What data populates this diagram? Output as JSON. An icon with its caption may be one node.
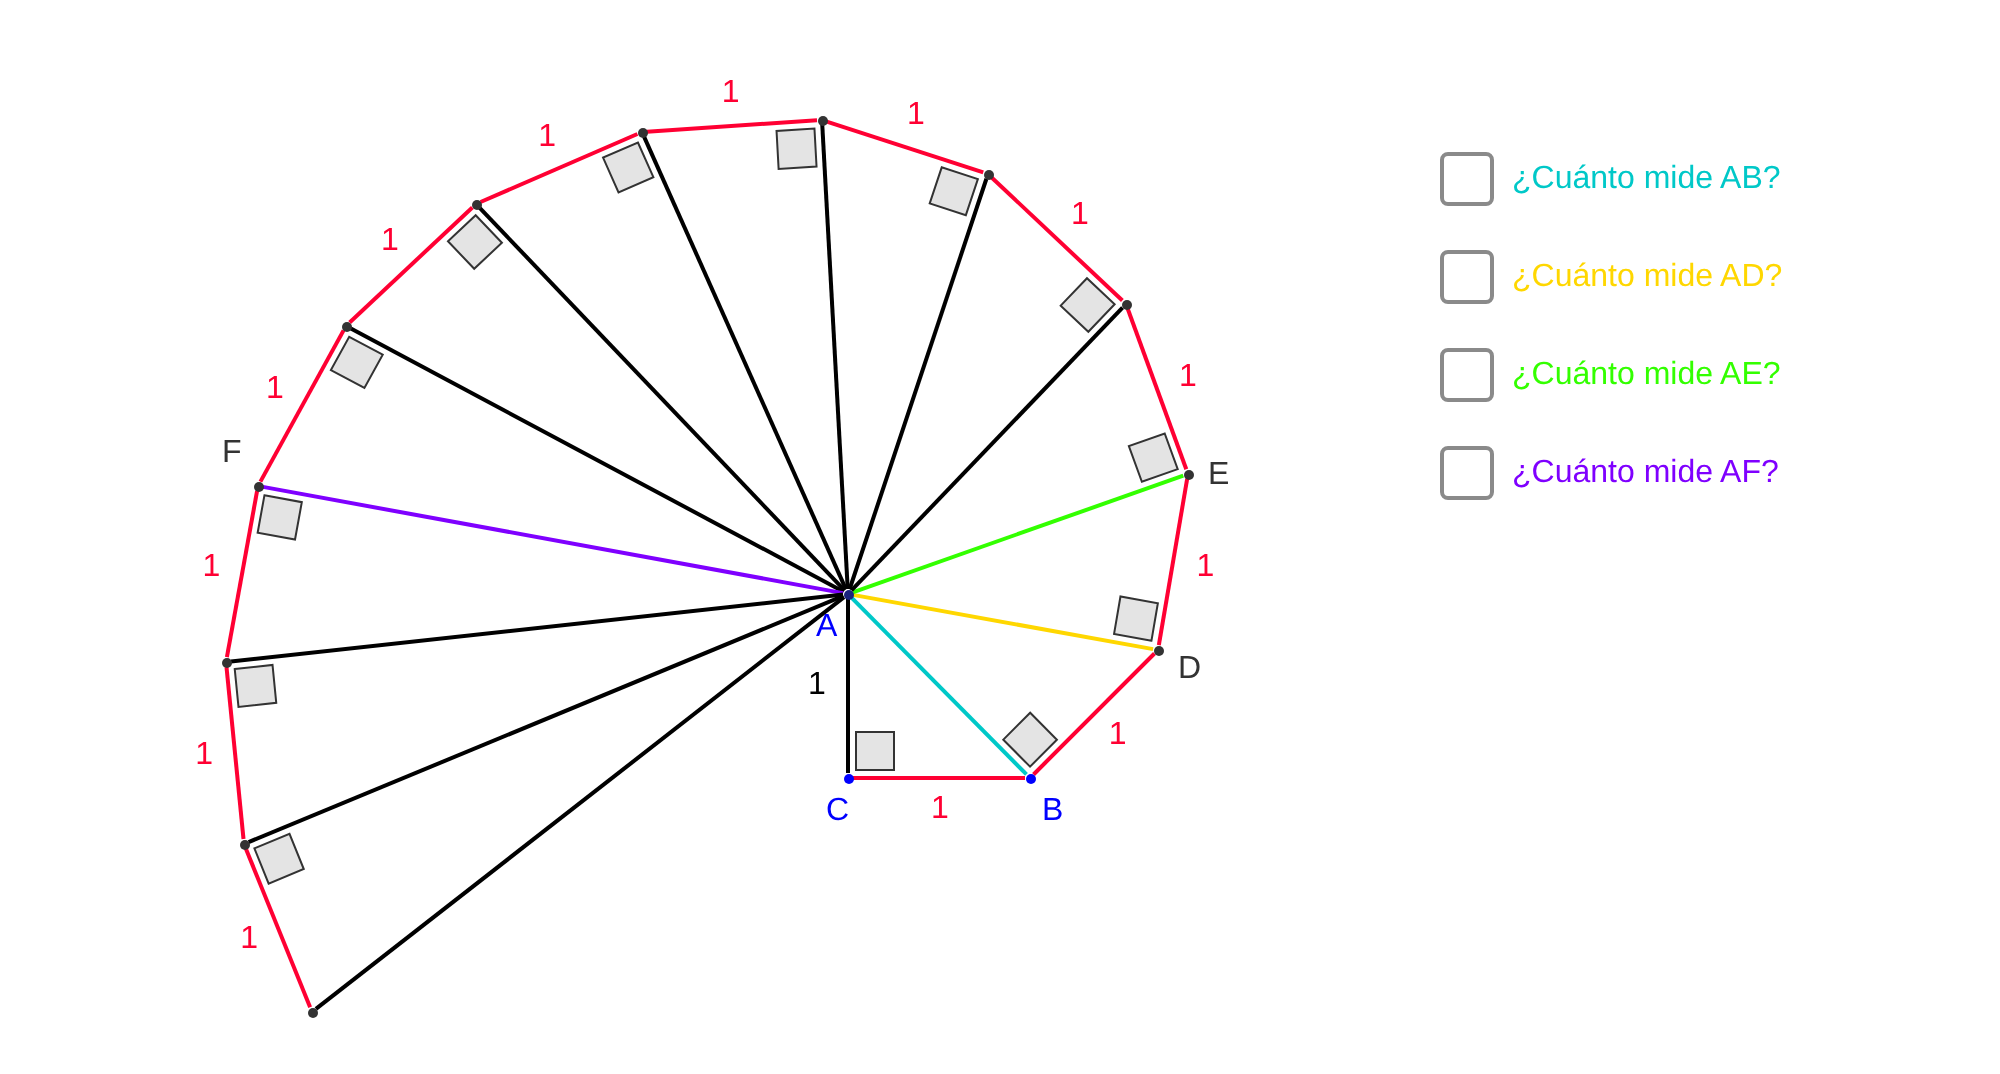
{
  "diagram": {
    "nodes": [
      {
        "text": [],
        "shape": "circle",
        "beside": [
          "A"
        ]
      },
      {
        "text": [],
        "shape": "circle",
        "beside": [
          "C"
        ]
      },
      {
        "text": [],
        "shape": "circle",
        "beside": [
          "B"
        ]
      },
      {
        "text": [],
        "shape": "circle",
        "beside": [
          "D"
        ]
      },
      {
        "text": [],
        "shape": "circle",
        "beside": [
          "E"
        ]
      },
      {
        "text": [],
        "shape": "circle"
      },
      {
        "text": [],
        "shape": "circle"
      },
      {
        "text": [],
        "shape": "circle"
      },
      {
        "text": [],
        "shape": "circle"
      },
      {
        "text": [],
        "shape": "circle"
      },
      {
        "text": [],
        "shape": "circle"
      },
      {
        "text": [],
        "shape": "circle",
        "beside": [
          "F"
        ]
      },
      {
        "text": [],
        "shape": "circle"
      },
      {
        "text": [],
        "shape": "circle"
      },
      {
        "text": [],
        "shape": "circle"
      }
    ],
    "edges": [
      {
        "from": 0,
        "to": 1,
        "arrow": "none",
        "label": "1",
        "color": "#000000"
      },
      {
        "from": 0,
        "to": 2,
        "arrow": "none",
        "color": "#00c8c8"
      },
      {
        "from": 0,
        "to": 3,
        "arrow": "none",
        "color": "#ffd700"
      },
      {
        "from": 0,
        "to": 4,
        "arrow": "none",
        "color": "#33ff00"
      },
      {
        "from": 0,
        "to": 5,
        "arrow": "none",
        "color": "#000000"
      },
      {
        "from": 0,
        "to": 6,
        "arrow": "none",
        "color": "#000000"
      },
      {
        "from": 0,
        "to": 7,
        "arrow": "none",
        "color": "#000000"
      },
      {
        "from": 0,
        "to": 8,
        "arrow": "none",
        "color": "#000000"
      },
      {
        "from": 0,
        "to": 9,
        "arrow": "none",
        "color": "#000000"
      },
      {
        "from": 0,
        "to": 10,
        "arrow": "none",
        "color": "#000000"
      },
      {
        "from": 0,
        "to": 11,
        "arrow": "none",
        "color": "#7f00ff"
      },
      {
        "from": 0,
        "to": 12,
        "arrow": "none",
        "color": "#000000"
      },
      {
        "from": 0,
        "to": 13,
        "arrow": "none",
        "color": "#000000"
      },
      {
        "from": 0,
        "to": 14,
        "arrow": "none",
        "color": "#000000"
      },
      {
        "from": 1,
        "to": 2,
        "arrow": "none",
        "label": "1",
        "color": "#ff0033"
      },
      {
        "from": 2,
        "to": 3,
        "arrow": "none",
        "label": "1",
        "color": "#ff0033"
      },
      {
        "from": 3,
        "to": 4,
        "arrow": "none",
        "label": "1",
        "color": "#ff0033"
      },
      {
        "from": 4,
        "to": 5,
        "arrow": "none",
        "label": "1",
        "color": "#ff0033"
      },
      {
        "from": 5,
        "to": 6,
        "arrow": "none",
        "label": "1",
        "color": "#ff0033"
      },
      {
        "from": 6,
        "to": 7,
        "arrow": "none",
        "label": "1",
        "color": "#ff0033"
      },
      {
        "from": 7,
        "to": 8,
        "arrow": "none",
        "label": "1",
        "color": "#ff0033"
      },
      {
        "from": 8,
        "to": 9,
        "arrow": "none",
        "label": "1",
        "color": "#ff0033"
      },
      {
        "from": 9,
        "to": 10,
        "arrow": "none",
        "label": "1",
        "color": "#ff0033"
      },
      {
        "from": 10,
        "to": 11,
        "arrow": "none",
        "label": "1",
        "color": "#ff0033"
      },
      {
        "from": 11,
        "to": 12,
        "arrow": "none",
        "label": "1",
        "color": "#ff0033"
      },
      {
        "from": 12,
        "to": 13,
        "arrow": "none",
        "label": "1",
        "color": "#ff0033"
      },
      {
        "from": 13,
        "to": 14,
        "arrow": "none",
        "label": "1",
        "color": "#ff0033"
      }
    ],
    "labels": [
      "¿Cuánto mide AB?",
      "¿Cuánto mide AD?",
      "¿Cuánto mide AE?",
      "¿Cuánto mide AF?"
    ]
  }
}
